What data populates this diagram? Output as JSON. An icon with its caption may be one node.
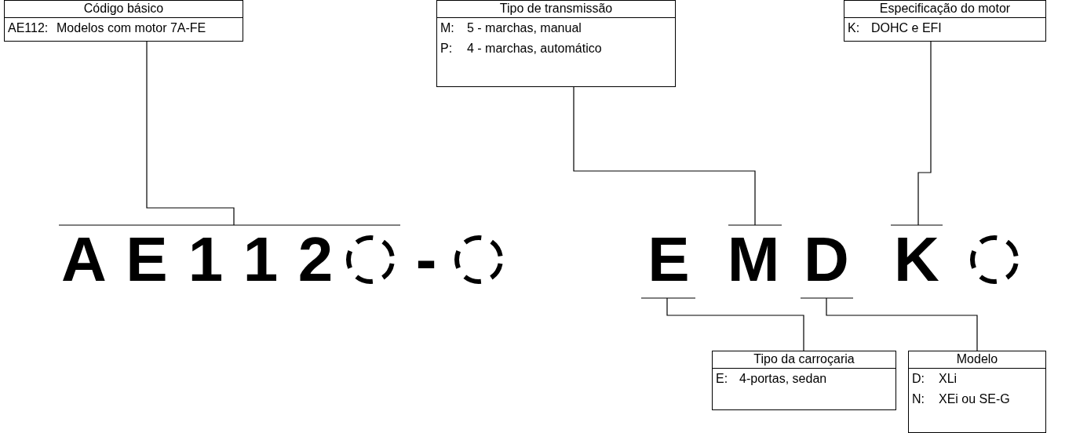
{
  "diagram": {
    "nodes": [
      {
        "text": [
          "Código básico",
          "AE112:",
          "Modelos com motor 7A-FE"
        ]
      },
      {
        "text": [
          "Tipo de transmissão",
          "M:",
          "5 - marchas, manual",
          "P:",
          "4 - marchas, automático"
        ]
      },
      {
        "text": [
          "Especificação do motor",
          "K:",
          "DOHC e EFI"
        ]
      },
      {
        "text": [
          "Tipo da carroçaria",
          "E:",
          "4-portas, sedan"
        ]
      },
      {
        "text": [
          "Modelo",
          "D:",
          "XLi",
          "N:",
          "XEi ou SE-G"
        ]
      }
    ],
    "edges": [
      {
        "from": 0,
        "to": null,
        "arrow": "none"
      },
      {
        "from": 1,
        "to": null,
        "arrow": "none"
      },
      {
        "from": 2,
        "to": null,
        "arrow": "none"
      },
      {
        "from": 3,
        "to": null,
        "arrow": "none"
      },
      {
        "from": 4,
        "to": null,
        "arrow": "none"
      }
    ],
    "labels": [
      "A",
      "E",
      "1",
      "1",
      "2",
      "-",
      "E",
      "M",
      "D",
      "K"
    ]
  }
}
